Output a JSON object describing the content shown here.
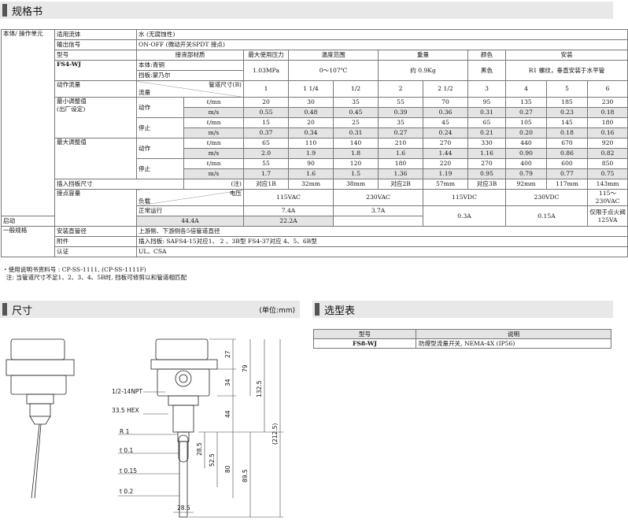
{
  "headings": {
    "spec": "规格书",
    "dims": "尺寸",
    "dims_unit": "(单位:mm)",
    "select": "选型表"
  },
  "spec": {
    "group_body": "本体/ 操作单元",
    "group_general": "一般规格",
    "fluid_label": "适用流体",
    "fluid_value": "水 (无腐蚀性)",
    "output_label": "输出信号",
    "output_value": "ON-OFF (微动开关SPDT 接点)",
    "model_label": "型号",
    "model_value": "FS4-WJ",
    "wetted_label": "接液部材质",
    "wetted_value_1": "本体:青铜",
    "wetted_value_2": "挡板:蒙乃尔",
    "pressure_label": "最大使用压力",
    "pressure_value": "1.03MPa",
    "temp_label": "温度范围",
    "temp_value": "0～107℃",
    "weight_label": "重量",
    "weight_value": "约 0.9Kg",
    "color_label": "颜色",
    "color_value": "黑色",
    "install_label": "安装",
    "install_value": "R1 螺纹，垂直安装于水平管",
    "flow_label": "动作流量",
    "pipe_size_label": "管道尺寸(B)",
    "flow_sub": "流量",
    "pipe_sizes": [
      "1",
      "1 1/4",
      "1/2",
      "2",
      "2 1/2",
      "3",
      "4",
      "5",
      "6"
    ],
    "min_label_1": "最小调整值",
    "min_label_2": "(出厂设定)",
    "max_label": "最大调整值",
    "act": "动作",
    "stop": "停止",
    "unit_lmin": "ℓ/mn",
    "unit_ms": "m/s",
    "min_act_l": [
      "20",
      "30",
      "35",
      "55",
      "70",
      "95",
      "135",
      "185",
      "230"
    ],
    "min_act_m": [
      "0.55",
      "0.48",
      "0.45",
      "0.39",
      "0.36",
      "0.31",
      "0.27",
      "0.23",
      "0.18"
    ],
    "min_stop_l": [
      "15",
      "20",
      "25",
      "35",
      "45",
      "65",
      "105",
      "145",
      "180"
    ],
    "min_stop_m": [
      "0.37",
      "0.34",
      "0.31",
      "0.27",
      "0.24",
      "0.21",
      "0.20",
      "0.18",
      "0.16"
    ],
    "max_act_l": [
      "65",
      "110",
      "140",
      "210",
      "270",
      "330",
      "440",
      "670",
      "920"
    ],
    "max_act_m": [
      "2.0",
      "1.9",
      "1.8",
      "1.6",
      "1.44",
      "1.16",
      "0.90",
      "0.86",
      "0.82"
    ],
    "max_stop_l": [
      "55",
      "90",
      "120",
      "180",
      "220",
      "270",
      "400",
      "600",
      "850"
    ],
    "max_stop_m": [
      "1.7",
      "1.6",
      "1.5",
      "1.36",
      "1.19",
      "0.95",
      "0.79",
      "0.77",
      "0.75"
    ],
    "paddle_label": "插入挡板尺寸",
    "paddle_note": "(注)",
    "paddle_values": [
      "对应1B",
      "32mm",
      "38mm",
      "对应2B",
      "57mm",
      "对应3B",
      "92mm",
      "117mm",
      "143mm"
    ],
    "contact_label": "接点容量",
    "voltage_label": "电压",
    "load_label": "负载",
    "volts": [
      "115VAC",
      "230VAC",
      "115VDC",
      "230VDC",
      "115～230VAC"
    ],
    "normal_label": "正常运行",
    "start_label": "启动",
    "normal_115": "7.4A",
    "normal_230": "3.7A",
    "start_115": "44.4A",
    "start_230": "22.2A",
    "dc_115": "0.3A",
    "dc_230": "0.15A",
    "pilot_1": "仅限于点火阀",
    "pilot_2": "125VA",
    "pipe_install_label": "安装直管径",
    "pipe_install_value": "上游侧、下游侧各5倍管道直径",
    "acc_label": "附件",
    "acc_value": "插入挡板: SAFS4-15对应1、 2 、3B型  FS4-37对应 4、5、6B型",
    "cert_label": "认证",
    "cert_value": "UL、CSA"
  },
  "notes": {
    "line1": "・使用说明书资料号 : CP-SS-1111, (CP-SS-1111F)",
    "line2": "  注: 当管道尺寸不足1、2、3、4、5B时, 挡板可修剪以和管道相匹配"
  },
  "selection": {
    "col_model": "型号",
    "col_desc": "说明",
    "model": "FS8-WJ",
    "desc": "防爆型流量开关,  NEMA-4X (IP56)"
  },
  "drawing": {
    "npt": "1/2-14NPT",
    "hex": "33.5 HEX",
    "r1": "R 1",
    "t1": "t 0.1",
    "t15": "t 0.15",
    "t2": "t 0.2",
    "d27": "27",
    "d34": "34",
    "d44": "44",
    "d79": "79",
    "d1325": "132.5",
    "d2125": "(212.5)",
    "d285": "28.5",
    "d525": "52.5",
    "d80": "80",
    "d895": "89.5",
    "d285w": "28.5"
  }
}
